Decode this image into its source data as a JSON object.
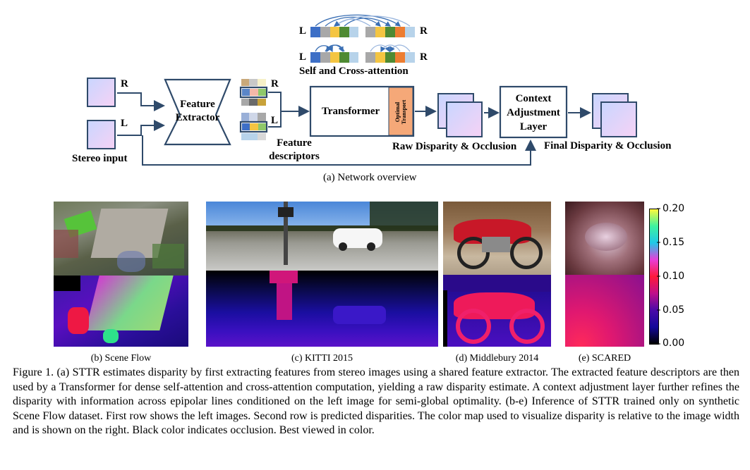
{
  "overview": {
    "attention_title": "Self and Cross-attention",
    "left_letter": "L",
    "right_letter": "R",
    "stereo_input": "Stereo input",
    "input_R": "R",
    "input_L": "L",
    "feature_extractor": [
      "Feature",
      "Extractor"
    ],
    "feature_descriptors": [
      "Feature",
      "descriptors"
    ],
    "desc_R": "R",
    "desc_L": "L",
    "transformer": "Transformer",
    "optimal_transport": [
      "Optimal",
      "Transport"
    ],
    "raw_output": "Raw Disparity & Occlusion",
    "context_layer": [
      "Context",
      "Adjustment",
      "Layer"
    ],
    "final_output": "Final Disparity & Occlusion",
    "caption": "(a) Network overview"
  },
  "panels": [
    {
      "caption": "(b) Scene Flow"
    },
    {
      "caption": "(c) KITTI 2015"
    },
    {
      "caption": "(d) Middlebury 2014"
    },
    {
      "caption": "(e) SCARED"
    }
  ],
  "colorbar": {
    "ticks": [
      "0.20",
      "0.15",
      "0.10",
      "0.05",
      "0.00"
    ],
    "colors": [
      "#fffb3a",
      "#3ef2a0",
      "#1fc8e8",
      "#e83dd8",
      "#ff1a3a",
      "#c0108a",
      "#4a0aa8",
      "#14089a",
      "#000000"
    ]
  },
  "figure_caption": "Figure 1. (a) STTR estimates disparity by first extracting features from stereo images using a shared feature extractor. The extracted feature descriptors are then used by a Transformer for dense self-attention and cross-attention computation, yielding a raw disparity estimate. A context adjustment layer further refines the disparity with information across epipolar lines conditioned on the left image for semi-global optimality. (b-e) Inference of STTR trained only on synthetic Scene Flow dataset. First row shows the left images. Second row is predicted disparities. The color map used to visualize disparity is relative to the image width and is shown on the right. Black color indicates occlusion. Best viewed in color."
}
